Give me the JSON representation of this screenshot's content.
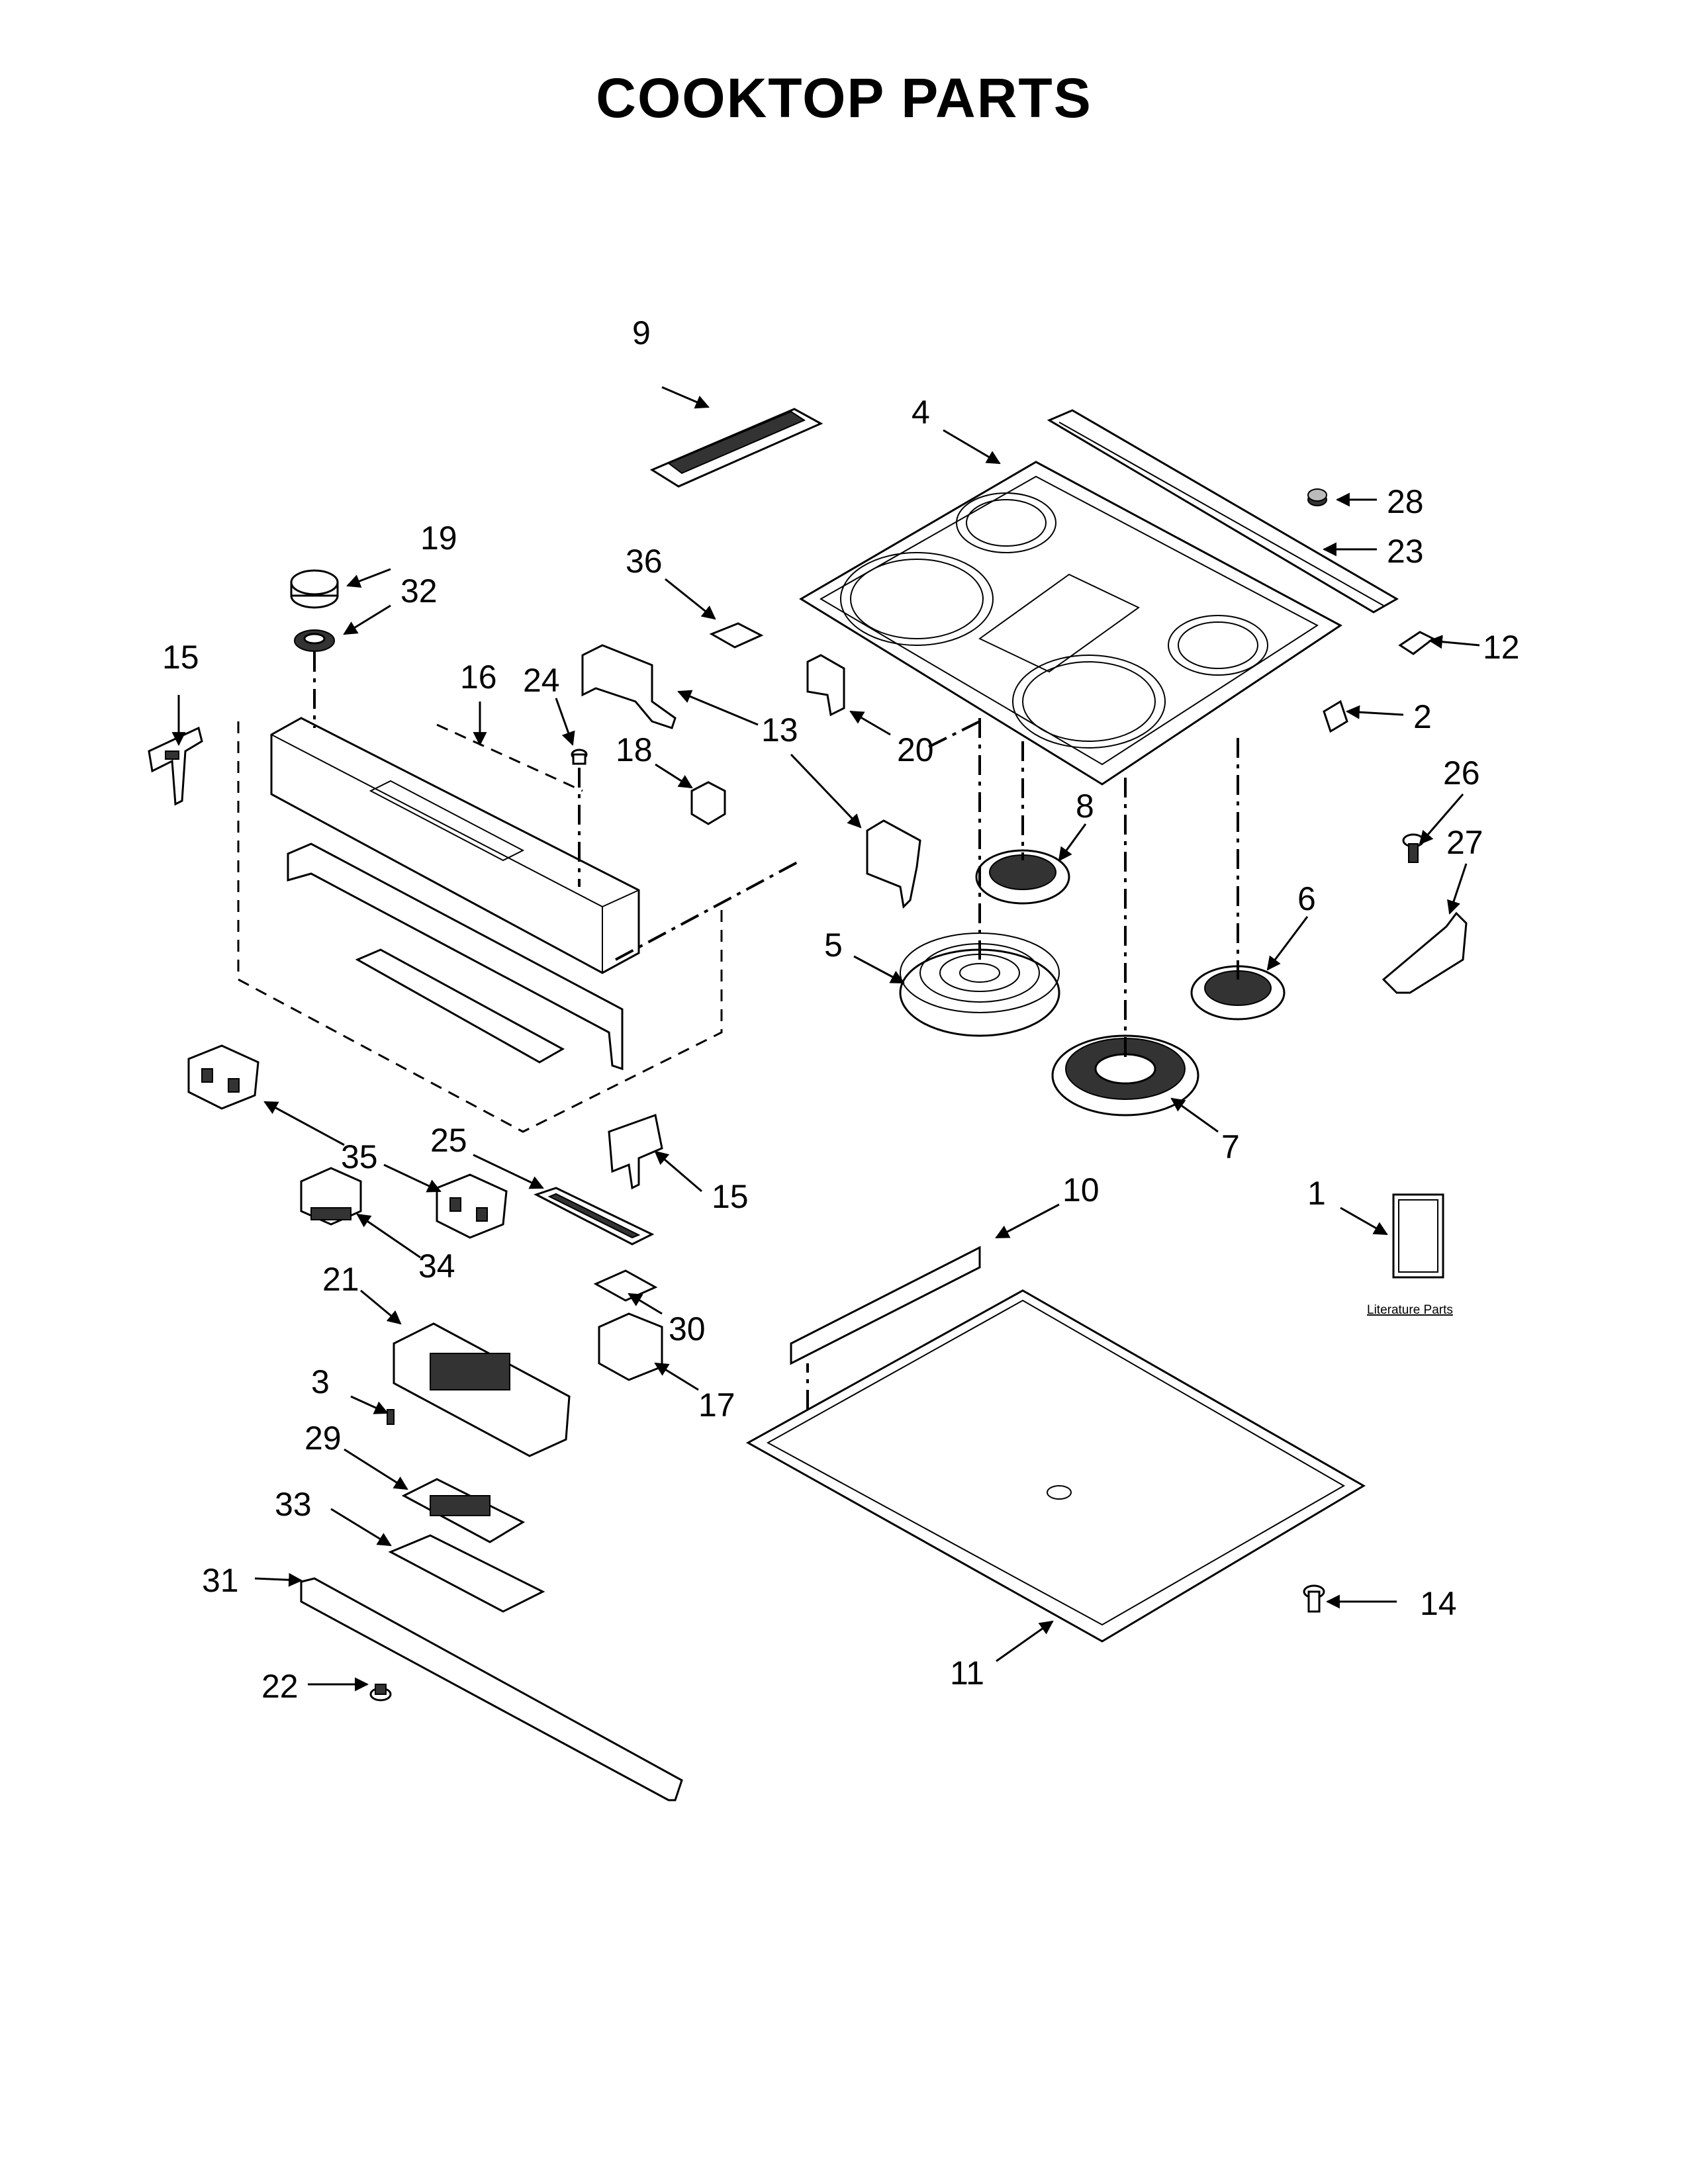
{
  "title": "COOKTOP PARTS",
  "literature_label": "Literature Parts",
  "callouts": [
    "9",
    "4",
    "28",
    "23",
    "19",
    "32",
    "36",
    "15",
    "16",
    "24",
    "18",
    "13",
    "20",
    "12",
    "2",
    "26",
    "27",
    "8",
    "6",
    "5",
    "7",
    "35",
    "25",
    "15",
    "34",
    "10",
    "1",
    "21",
    "30",
    "3",
    "17",
    "29",
    "33",
    "31",
    "14",
    "11",
    "22"
  ]
}
